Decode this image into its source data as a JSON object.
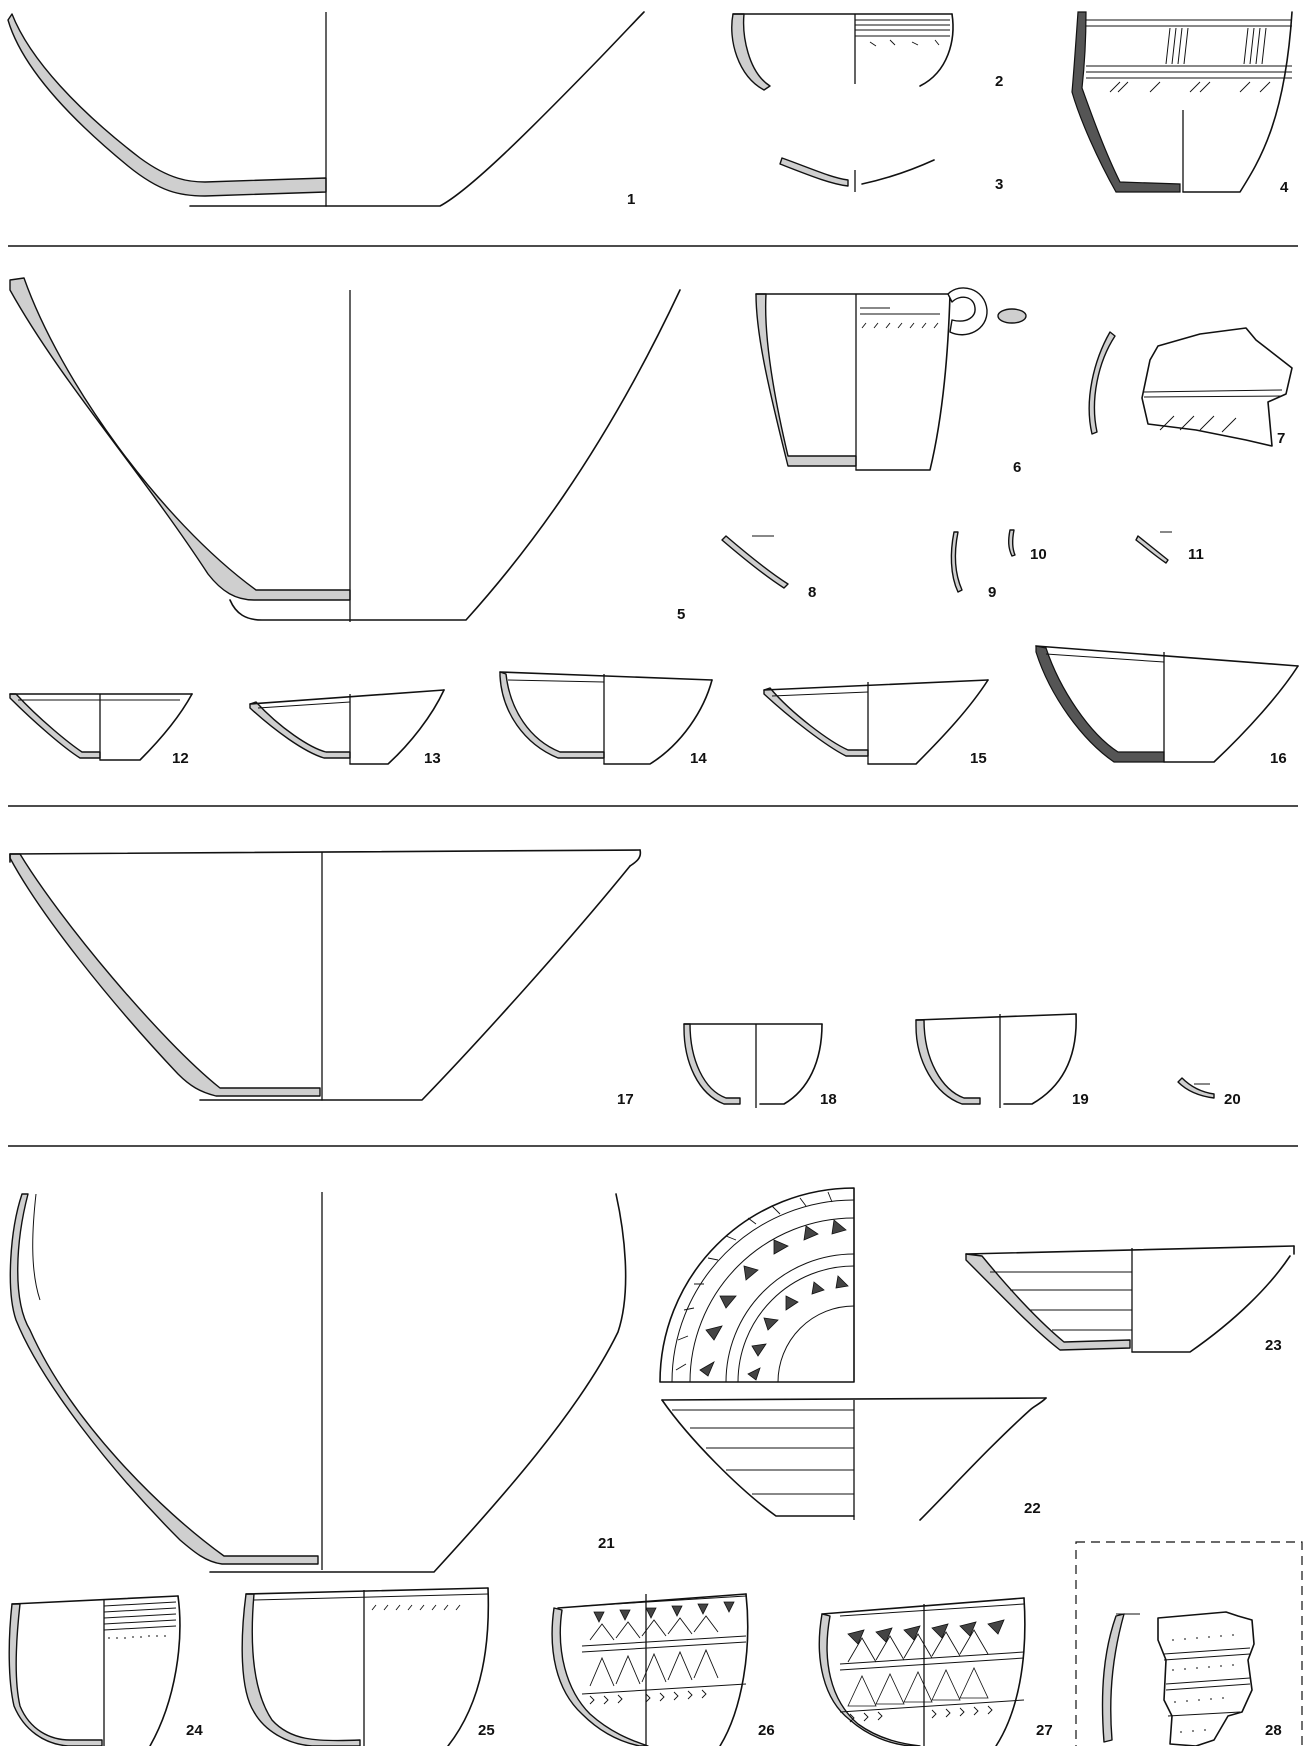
{
  "figure_labels": {
    "l1": "1",
    "l2": "2",
    "l3": "3",
    "l4": "4",
    "l5": "5",
    "l6": "6",
    "l7": "7",
    "l8": "8",
    "l9": "9",
    "l10": "10",
    "l11": "11",
    "l12": "12",
    "l13": "13",
    "l14": "14",
    "l15": "15",
    "l16": "16",
    "l17": "17",
    "l18": "18",
    "l19": "19",
    "l20": "20",
    "l21": "21",
    "l22": "22",
    "l23": "23",
    "l24": "24",
    "l25": "25",
    "l26": "26",
    "l27": "27",
    "l28": "28"
  },
  "colors": {
    "ink": "#111111",
    "section_fill": "#cfcfcf",
    "background": "#ffffff"
  }
}
